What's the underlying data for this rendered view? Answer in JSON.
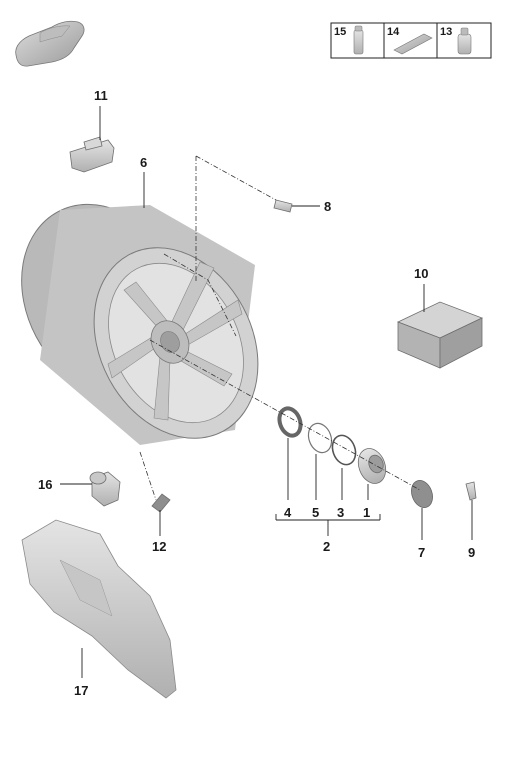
{
  "kit_box": {
    "labels": [
      "15",
      "14",
      "13"
    ]
  },
  "callouts": {
    "p1": "1",
    "p2": "2",
    "p3": "3",
    "p4": "4",
    "p5": "5",
    "p6": "6",
    "p7": "7",
    "p8": "8",
    "p9": "9",
    "p10": "10",
    "p11": "11",
    "p12": "12",
    "p16": "16",
    "p17": "17"
  },
  "colors": {
    "part_fill": "#c9c9c9",
    "part_shade": "#a8a8a8",
    "line": "#222222"
  }
}
